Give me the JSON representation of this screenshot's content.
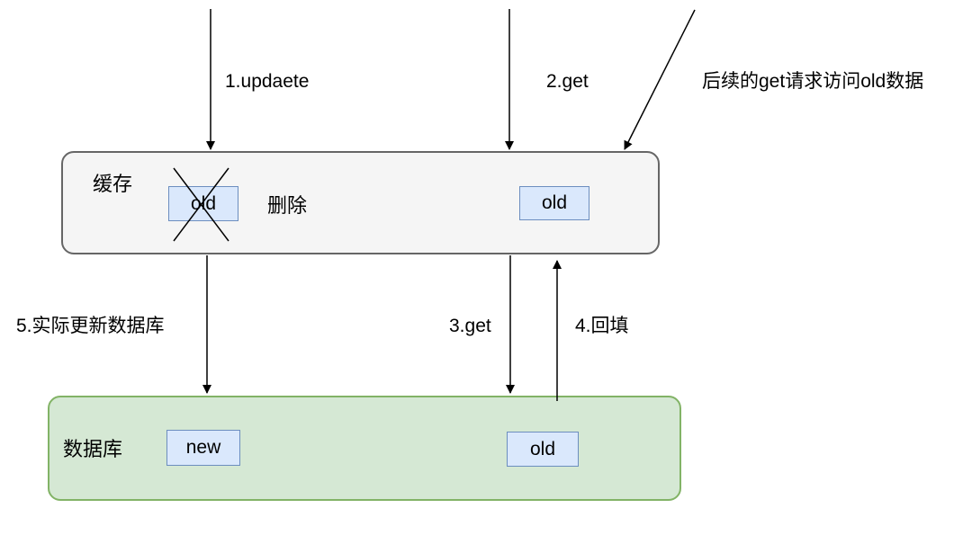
{
  "diagram": {
    "title_semantic": "cache-database delete-then-update race condition",
    "arrows": {
      "update": {
        "label": "1.updaete"
      },
      "get_cache": {
        "label": "2.get"
      },
      "subsequent_get": {
        "label": "后续的get请求访问old数据"
      },
      "get_db": {
        "label": "3.get"
      },
      "backfill": {
        "label": "4.回填"
      },
      "update_db": {
        "label": "5.实际更新数据库"
      }
    },
    "cache": {
      "title": "缓存",
      "deleted_value": "old",
      "delete_label": "删除",
      "value": "old"
    },
    "database": {
      "title": "数据库",
      "new_value": "new",
      "old_value": "old"
    },
    "colors": {
      "arrow": "#000000",
      "cache_fill": "#f5f5f5",
      "cache_border": "#666666",
      "database_fill": "#d5e8d4",
      "database_border": "#82b366",
      "value_fill": "#dae8fc",
      "value_border": "#6c8ebf",
      "background": "#ffffff",
      "text": "#000000"
    }
  }
}
